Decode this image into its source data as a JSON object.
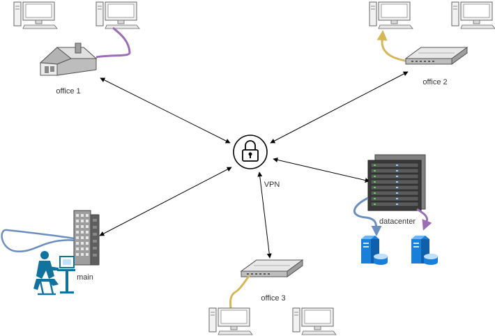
{
  "diagram": {
    "nodes": {
      "office1": {
        "label": "office 1",
        "icon": "house-icon"
      },
      "office2": {
        "label": "office 2",
        "icon": "router-icon"
      },
      "office3": {
        "label": "office 3",
        "icon": "router-icon"
      },
      "vpn": {
        "label": "VPN",
        "icon": "lock-icon"
      },
      "datacenter": {
        "label": "datacenter",
        "icon": "server-rack-icon"
      },
      "main": {
        "label": "main",
        "icon": "office-building-icon"
      }
    },
    "edges": [
      {
        "from": "office1",
        "to": "vpn",
        "style": "bidirectional-arrow"
      },
      {
        "from": "office2",
        "to": "vpn",
        "style": "bidirectional-arrow"
      },
      {
        "from": "main",
        "to": "vpn",
        "style": "bidirectional-arrow"
      },
      {
        "from": "office3",
        "to": "vpn",
        "style": "bidirectional-arrow"
      },
      {
        "from": "datacenter",
        "to": "vpn",
        "style": "bidirectional-arrow"
      }
    ],
    "colors": {
      "arrow": "#000000",
      "cable_purple": "#9a6db5",
      "cable_yellow": "#d6b656",
      "cable_blue": "#6c8ebf",
      "icon_blue": "#1a7fd8",
      "icon_navy": "#10739e",
      "icon_gray": "#888888"
    }
  }
}
